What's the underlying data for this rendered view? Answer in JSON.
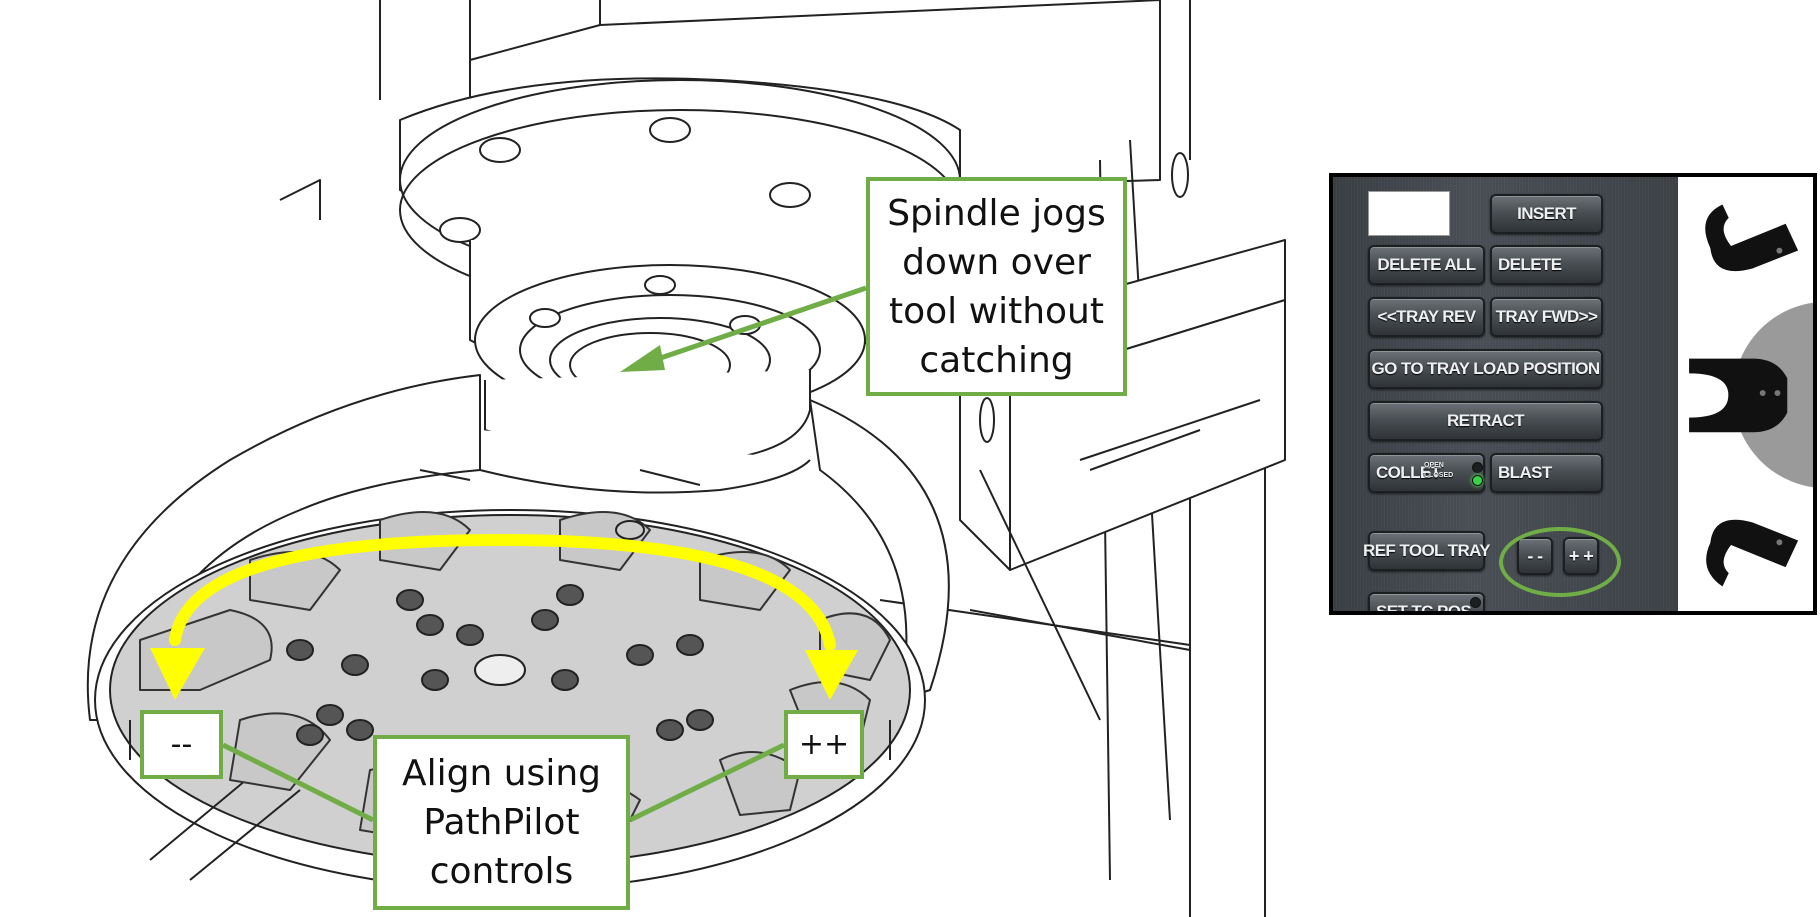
{
  "callouts": {
    "spindle": "Spindle jogs\ndown over\ntool without\ncatching",
    "align": "Align using\nPathPilot\ncontrols",
    "minus_label": "--",
    "plus_label": "++"
  },
  "panel": {
    "insert": "INSERT",
    "delete_all": "DELETE ALL",
    "delete": "DELETE",
    "tray_rev": "<<TRAY REV",
    "tray_fwd": "TRAY FWD>>",
    "go_to_tray_load": "GO TO TRAY LOAD POSITION",
    "retract": "RETRACT",
    "collet": "COLLET",
    "collet_open": "OPEN",
    "collet_closed": "CLOSED",
    "blast": "BLAST",
    "ref_tool_tray": "REF TOOL TRAY",
    "jog_minus": "- -",
    "jog_plus": "+ +",
    "set_tc_pos": "SET TC POS"
  },
  "colors": {
    "callout_border": "#70ad47",
    "arrow": "#ffff00",
    "led_closed": "#39d24a"
  }
}
